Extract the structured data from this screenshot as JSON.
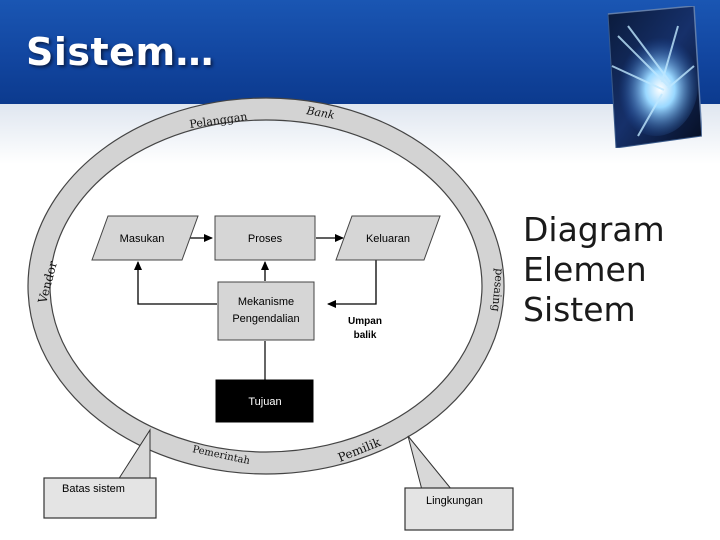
{
  "slide": {
    "title": "Sistem…",
    "side_text": [
      "Diagram",
      "Elemen",
      "Sistem"
    ]
  },
  "diagram": {
    "ring_labels": {
      "pelanggan": "Pelanggan",
      "bank": "Bank",
      "vendor": "Vendor",
      "pesaing": "pesaing",
      "pemerintah": "Pemerintah",
      "pemilik": "Pemilik"
    },
    "boxes": {
      "masukan": "Masukan",
      "proses": "Proses",
      "keluaran": "Keluaran",
      "mekanisme_line1": "Mekanisme",
      "mekanisme_line2": "Pengendalian",
      "tujuan": "Tujuan"
    },
    "umpan_balik_line1": "Umpan",
    "umpan_balik_line2": "balik",
    "callouts": {
      "batas_sistem": "Batas sistem",
      "lingkungan": "Lingkungan"
    }
  },
  "colors": {
    "header_blue": "#1246a0",
    "ring_gray": "#d3d3d3",
    "box_gray": "#d6d6d6",
    "tujuan_black": "#000000"
  }
}
